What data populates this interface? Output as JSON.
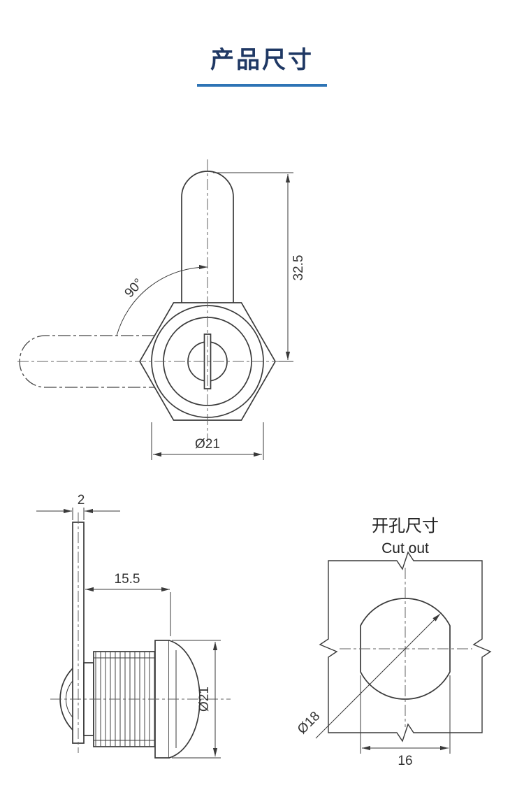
{
  "page": {
    "title": "产品尺寸"
  },
  "colors": {
    "title": "#1f3864",
    "accent_line": "#2e74b5",
    "line": "#3a3a3a"
  },
  "front_view": {
    "angle_label": "90°",
    "height_label": "32.5",
    "diameter_label": "Ø21"
  },
  "side_view": {
    "cam_thickness_label": "2",
    "body_length_label": "15.5",
    "head_diameter_label": "Ø21"
  },
  "cutout_view": {
    "title_cn": "开孔尺寸",
    "title_en": "Cut out",
    "hole_diameter_label": "Ø18",
    "flat_width_label": "16"
  }
}
